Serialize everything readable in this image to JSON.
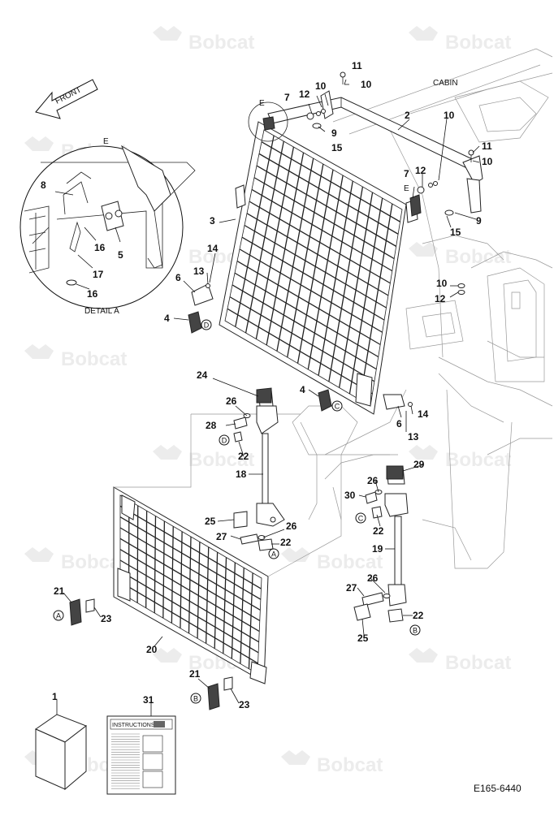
{
  "watermark": {
    "text": "Bobcat"
  },
  "labels": {
    "front": "FRONT",
    "cabin": "CABIN",
    "detail": "DETAIL A",
    "detail_ref": "E",
    "e_top": "E",
    "e_right": "E",
    "drawing_number": "E165-6440",
    "instructions": "INSTRUCTIONS"
  },
  "callouts": [
    {
      "id": "c1",
      "text": "1"
    },
    {
      "id": "c2",
      "text": "2"
    },
    {
      "id": "c3",
      "text": "3"
    },
    {
      "id": "c4a",
      "text": "4"
    },
    {
      "id": "c4b",
      "text": "4"
    },
    {
      "id": "c5",
      "text": "5"
    },
    {
      "id": "c6a",
      "text": "6"
    },
    {
      "id": "c6b",
      "text": "6"
    },
    {
      "id": "c7a",
      "text": "7"
    },
    {
      "id": "c7b",
      "text": "7"
    },
    {
      "id": "c8",
      "text": "8"
    },
    {
      "id": "c9a",
      "text": "9"
    },
    {
      "id": "c9b",
      "text": "9"
    },
    {
      "id": "c10a",
      "text": "10"
    },
    {
      "id": "c10b",
      "text": "10"
    },
    {
      "id": "c10c",
      "text": "10"
    },
    {
      "id": "c10d",
      "text": "10"
    },
    {
      "id": "c10e",
      "text": "10"
    },
    {
      "id": "c11a",
      "text": "11"
    },
    {
      "id": "c11b",
      "text": "11"
    },
    {
      "id": "c12a",
      "text": "12"
    },
    {
      "id": "c12b",
      "text": "12"
    },
    {
      "id": "c12c",
      "text": "12"
    },
    {
      "id": "c13a",
      "text": "13"
    },
    {
      "id": "c13b",
      "text": "13"
    },
    {
      "id": "c14a",
      "text": "14"
    },
    {
      "id": "c14b",
      "text": "14"
    },
    {
      "id": "c15a",
      "text": "15"
    },
    {
      "id": "c15b",
      "text": "15"
    },
    {
      "id": "c16a",
      "text": "16"
    },
    {
      "id": "c16b",
      "text": "16"
    },
    {
      "id": "c17",
      "text": "17"
    },
    {
      "id": "c18",
      "text": "18"
    },
    {
      "id": "c19",
      "text": "19"
    },
    {
      "id": "c20",
      "text": "20"
    },
    {
      "id": "c21a",
      "text": "21"
    },
    {
      "id": "c21b",
      "text": "21"
    },
    {
      "id": "c22a",
      "text": "22"
    },
    {
      "id": "c22b",
      "text": "22"
    },
    {
      "id": "c22c",
      "text": "22"
    },
    {
      "id": "c22d",
      "text": "22"
    },
    {
      "id": "c23a",
      "text": "23"
    },
    {
      "id": "c23b",
      "text": "23"
    },
    {
      "id": "c24",
      "text": "24"
    },
    {
      "id": "c25a",
      "text": "25"
    },
    {
      "id": "c25b",
      "text": "25"
    },
    {
      "id": "c26a",
      "text": "26"
    },
    {
      "id": "c26b",
      "text": "26"
    },
    {
      "id": "c26c",
      "text": "26"
    },
    {
      "id": "c26d",
      "text": "26"
    },
    {
      "id": "c27a",
      "text": "27"
    },
    {
      "id": "c27b",
      "text": "27"
    },
    {
      "id": "c28",
      "text": "28"
    },
    {
      "id": "c29",
      "text": "29"
    },
    {
      "id": "c30",
      "text": "30"
    },
    {
      "id": "c31",
      "text": "31"
    }
  ],
  "markers": [
    {
      "id": "mDa",
      "text": "D"
    },
    {
      "id": "mDb",
      "text": "D"
    },
    {
      "id": "mCa",
      "text": "C"
    },
    {
      "id": "mCb",
      "text": "C"
    },
    {
      "id": "mAa",
      "text": "A"
    },
    {
      "id": "mAb",
      "text": "A"
    },
    {
      "id": "mBa",
      "text": "B"
    },
    {
      "id": "mBb",
      "text": "B"
    }
  ]
}
